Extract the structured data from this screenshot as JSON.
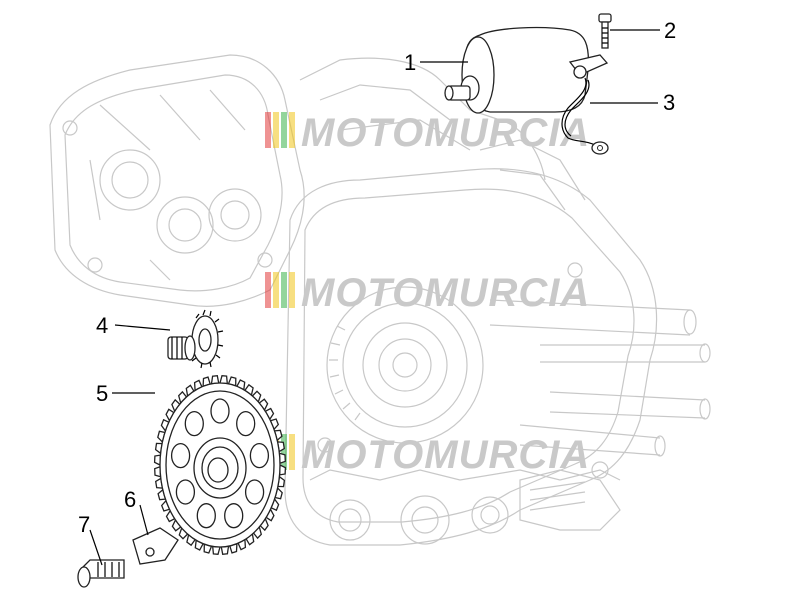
{
  "diagram": {
    "callouts": [
      {
        "id": "1",
        "label": "1"
      },
      {
        "id": "2",
        "label": "2"
      },
      {
        "id": "3",
        "label": "3"
      },
      {
        "id": "4",
        "label": "4"
      },
      {
        "id": "5",
        "label": "5"
      },
      {
        "id": "6",
        "label": "6"
      },
      {
        "id": "7",
        "label": "7"
      }
    ]
  },
  "watermark": {
    "text": "MOTOMURCIA",
    "stripe_colors": [
      "#e23b3b",
      "#f0c419",
      "#3bb34a",
      "#f0c419"
    ]
  },
  "colors": {
    "background": "#ffffff",
    "ghost_lines": "#c8c8c8",
    "part_lines": "#222222",
    "watermark": "#c9c9c9"
  }
}
